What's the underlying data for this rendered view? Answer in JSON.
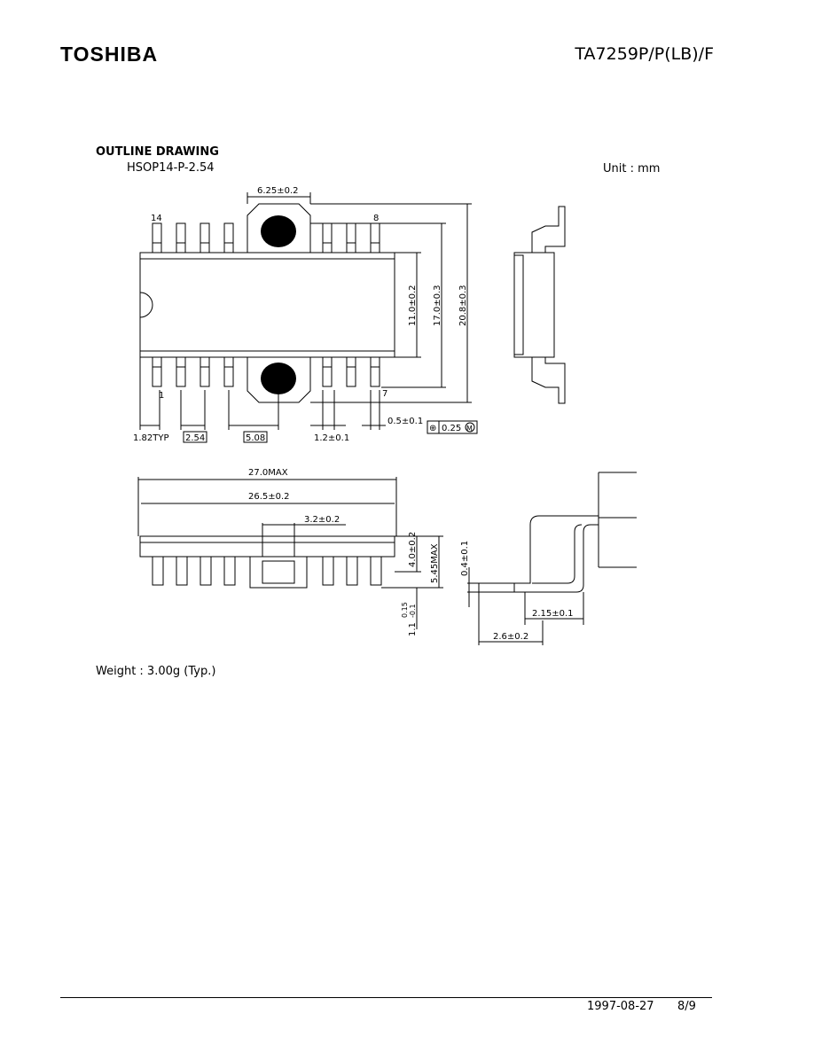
{
  "header": {
    "brand": "TOSHIBA",
    "part_number": "TA7259P/P(LB)/F"
  },
  "section": {
    "title": "OUTLINE DRAWING",
    "package": "HSOP14-P-2.54",
    "unit": "Unit : mm"
  },
  "top_view": {
    "pin_14": "14",
    "pin_8": "8",
    "pin_1": "1",
    "pin_7": "7",
    "dim_tab_width": "6.25±0.2",
    "dim_body_width": "11.0±0.2",
    "dim_tab_span": "17.0±0.3",
    "dim_overall": "20.8±0.3",
    "dim_first_pin": "1.82TYP",
    "dim_pitch": "2.54",
    "dim_pin_group": "5.08",
    "dim_lead_width": "1.2±0.1",
    "dim_lead_tip": "0.5±0.1",
    "dim_position_tol": "0.25",
    "position_symbol": "⊕",
    "max_material": "M"
  },
  "front_view": {
    "dim_max_length": "27.0MAX",
    "dim_body_length": "26.5±0.2",
    "dim_tab_center": "3.2±0.2",
    "dim_body_height": "4.0±0.2",
    "dim_max_height": "5.45MAX",
    "dim_standoff": "1.1",
    "dim_standoff_tol_plus": "0.15",
    "dim_standoff_tol_minus": "-0.1"
  },
  "side_view": {
    "dim_lead_thickness": "0.4±0.1",
    "dim_lead_bend": "2.15±0.1",
    "dim_lead_length": "2.6±0.2"
  },
  "weight": "Weight : 3.00g (Typ.)",
  "footer": {
    "date": "1997-08-27",
    "page": "8/9"
  }
}
